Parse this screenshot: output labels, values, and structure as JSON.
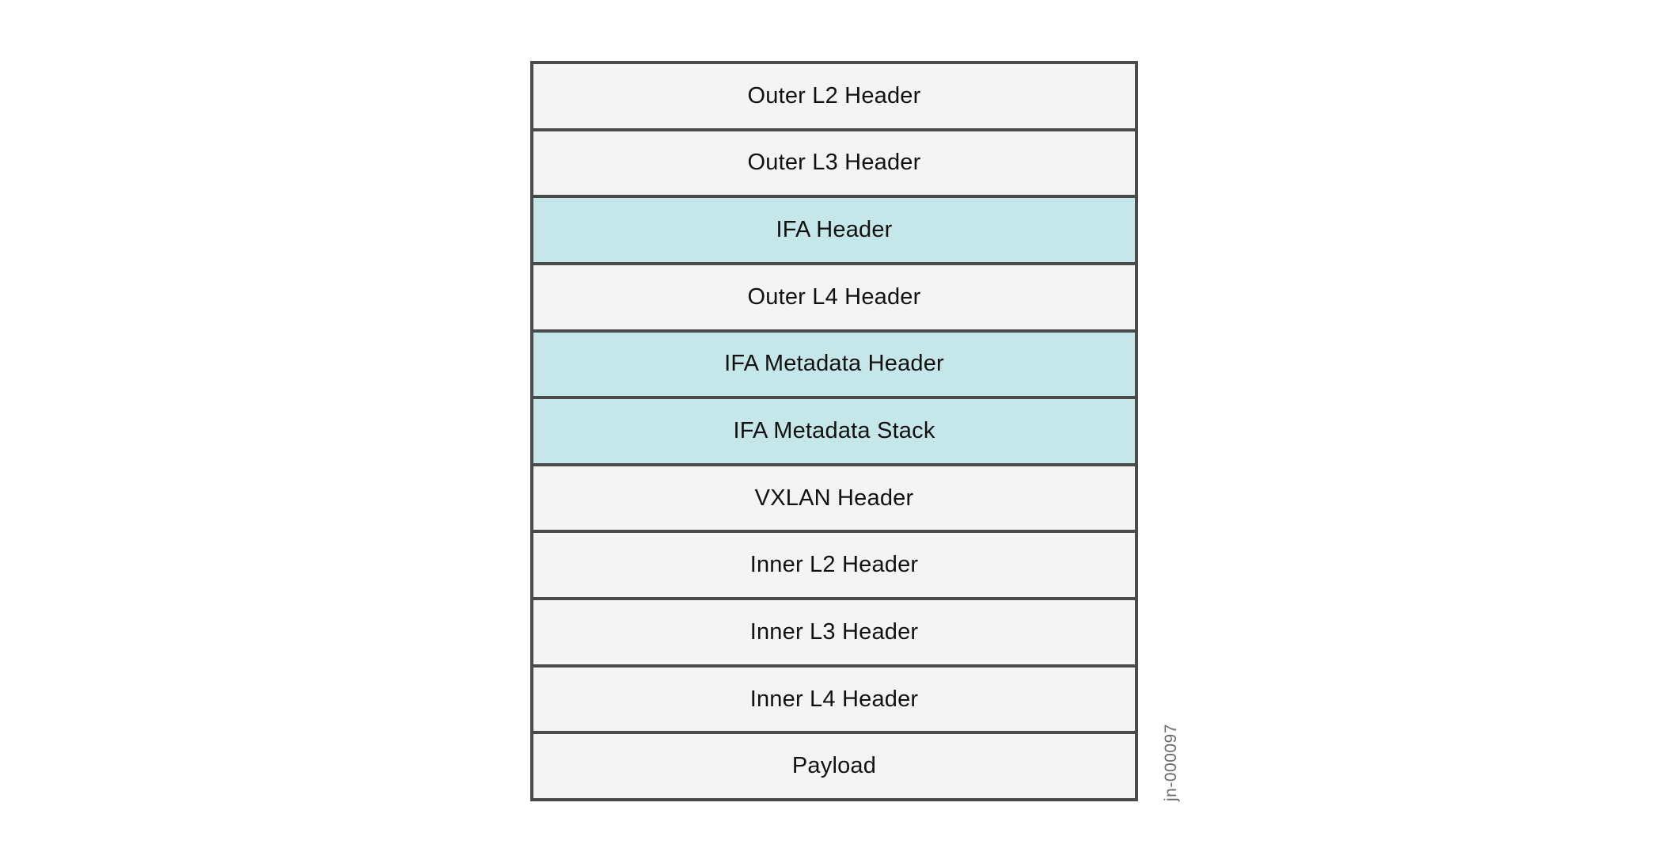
{
  "layers": [
    {
      "label": "Outer L2 Header",
      "highlight": false
    },
    {
      "label": "Outer L3 Header",
      "highlight": false
    },
    {
      "label": "IFA Header",
      "highlight": true
    },
    {
      "label": "Outer L4 Header",
      "highlight": false
    },
    {
      "label": "IFA Metadata Header",
      "highlight": true
    },
    {
      "label": "IFA Metadata Stack",
      "highlight": true
    },
    {
      "label": "VXLAN Header",
      "highlight": false
    },
    {
      "label": "Inner L2 Header",
      "highlight": false
    },
    {
      "label": "Inner L3 Header",
      "highlight": false
    },
    {
      "label": "Inner L4 Header",
      "highlight": false
    },
    {
      "label": "Payload",
      "highlight": false
    }
  ],
  "figure_id": "jn-000097",
  "colors": {
    "layer_fill": "#f4f4f4",
    "highlight_fill": "#c5e7e9",
    "border": "#4a4a4a"
  }
}
